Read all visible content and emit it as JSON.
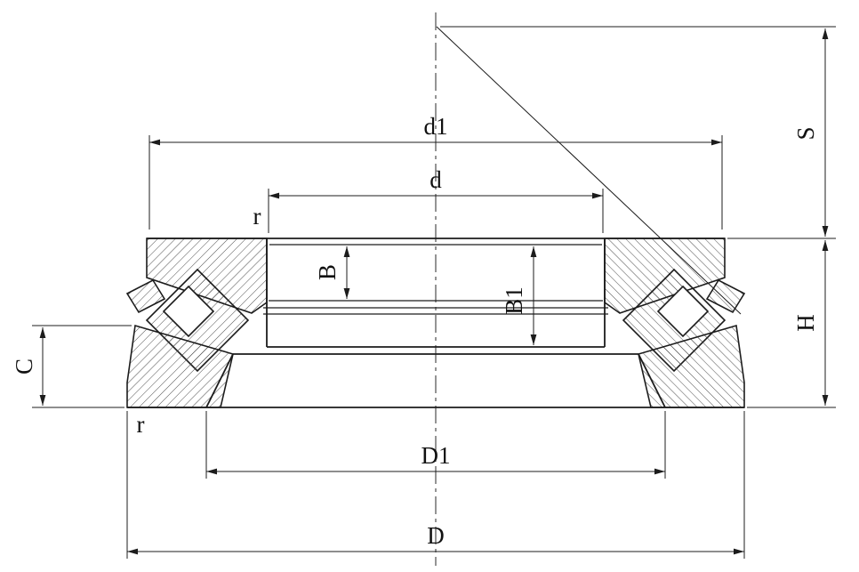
{
  "drawing": {
    "title": "",
    "colors": {
      "line": "#1c1c1c",
      "background": "#ffffff",
      "hatch": "#3a3a3a"
    },
    "labels": {
      "d1": "d1",
      "d": "d",
      "r_top": "r",
      "b": "B",
      "b1": "B1",
      "s": "S",
      "h": "H",
      "c": "C",
      "cap_d1": "D1",
      "cap_d": "D",
      "r_bottom": "r"
    }
  }
}
